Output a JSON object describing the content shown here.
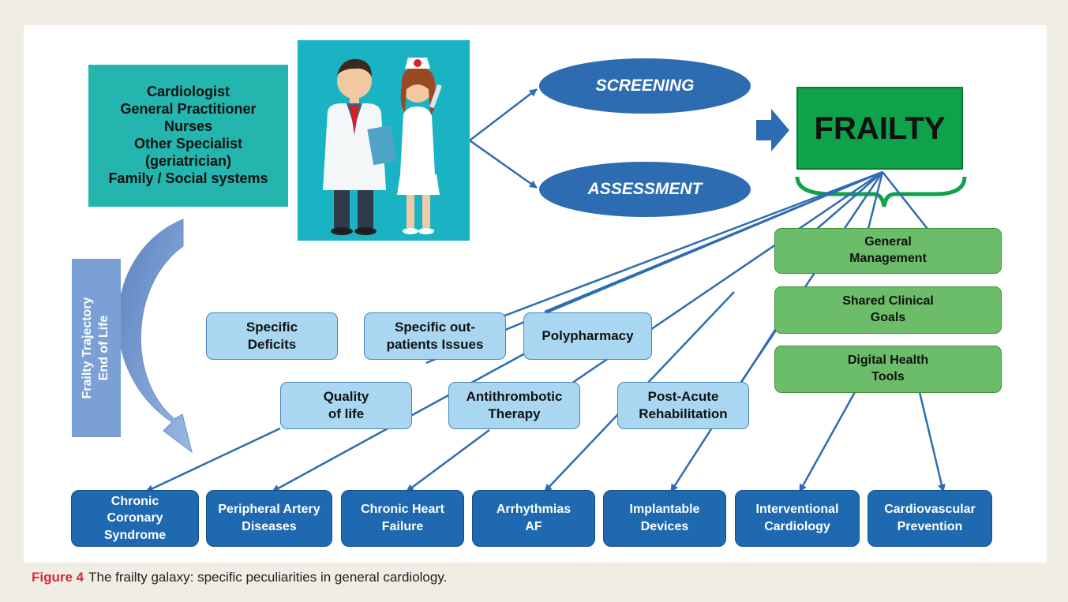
{
  "roles": "Cardiologist\nGeneral Practitioner\nNurses\nOther Specialist\n(geriatrician)\nFamily / Social systems",
  "screening": "SCREENING",
  "assessment": "ASSESSMENT",
  "frailty": "FRAILTY",
  "trajectory": "Frailty Trajectory\nEnd of Life",
  "management": [
    "General\nManagement",
    "Shared Clinical\nGoals",
    "Digital Health\nTools"
  ],
  "issues": {
    "specific_deficits": "Specific\nDeficits",
    "outpatients": "Specific out-\npatients Issues",
    "polypharmacy": "Polypharmacy",
    "quality_of_life": "Quality\nof life",
    "antithrombotic": "Antithrombotic\nTherapy",
    "post_acute": "Post-Acute\nRehabilitation"
  },
  "conditions": [
    "Chronic\nCoronary\nSyndrome",
    "Peripheral Artery\nDiseases",
    "Chronic Heart\nFailure",
    "Arrhythmias\nAF",
    "Implantable\nDevices",
    "Interventional\nCardiology",
    "Cardiovascular\nPrevention"
  ],
  "caption": {
    "label": "Figure 4",
    "text": "The frailty galaxy: specific peculiarities in general cardiology."
  },
  "colors": {
    "teal": "#23b5ae",
    "frailty_green": "#0ea24a",
    "management_green": "#6cbd6a",
    "light_blue": "#a9d6f0",
    "dark_blue": "#1f69b0",
    "arrow_blue": "#2e6cb2",
    "caption_red": "#d6293a"
  }
}
